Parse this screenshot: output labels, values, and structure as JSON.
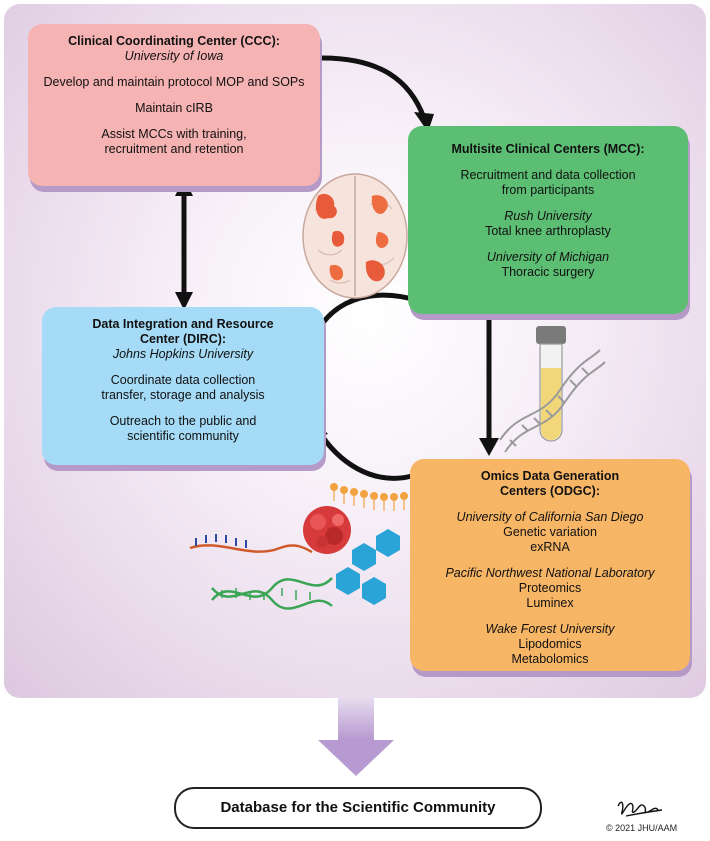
{
  "ccc": {
    "title": "Clinical Coordinating Center (CCC):",
    "institution": "University of Iowa",
    "line1": "Develop and maintain protocol MOP and SOPs",
    "line2": "Maintain cIRB",
    "line3a": "Assist MCCs with training,",
    "line3b": "recruitment and retention"
  },
  "mcc": {
    "title": "Multisite Clinical Centers (MCC):",
    "line1a": "Recruitment and data collection",
    "line1b": "from participants",
    "site1": "Rush University",
    "site1_detail": "Total knee arthroplasty",
    "site2": "University of Michigan",
    "site2_detail": "Thoracic surgery"
  },
  "dirc": {
    "title_a": "Data Integration and Resource",
    "title_b": "Center (DIRC):",
    "institution": "Johns Hopkins University",
    "line1a": "Coordinate data collection",
    "line1b": "transfer, storage and analysis",
    "line2a": "Outreach to the public and",
    "line2b": "scientific community"
  },
  "odgc": {
    "title_a": "Omics Data Generation",
    "title_b": "Centers (ODGC):",
    "site1": "University of California San Diego",
    "site1_d1": "Genetic variation",
    "site1_d2": "exRNA",
    "site2": "Pacific Northwest National Laboratory",
    "site2_d1": "Proteomics",
    "site2_d2": "Luminex",
    "site3": "Wake Forest University",
    "site3_d1": "Lipodomics",
    "site3_d2": "Metabolomics"
  },
  "database": {
    "label": "Database for the Scientific Community"
  },
  "credit": {
    "copyright": "© 2021 JHU/AAM"
  },
  "colors": {
    "ccc": "#f6b3b3",
    "mcc": "#5cbe73",
    "dirc": "#a5dbf6",
    "odgc": "#f7b566",
    "panel": "#e8d8ea",
    "down_arrow": "#b79ad1"
  },
  "icons": [
    "brain-icon",
    "test-tube-icon",
    "dna-icon",
    "protein-icon",
    "molecule-hexagon-icon"
  ]
}
